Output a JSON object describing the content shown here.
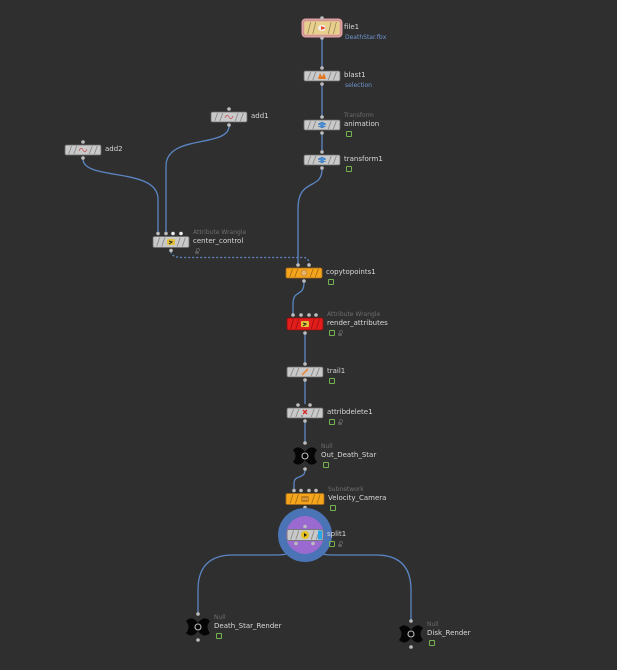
{
  "app": "Houdini Network Editor",
  "colors": {
    "background": "#2f2f2f",
    "wire": "#5b86c4",
    "node_default": "#c9c9c9",
    "node_orange": "#f5a51c",
    "node_red": "#e31c1c",
    "node_file": "#e8cf8c",
    "node_file_border": "#e3a3a3",
    "selection_ring": "#4a74b5",
    "selection_inner": "#9a6ad0",
    "display_flag": "#77b250"
  },
  "nodes": [
    {
      "id": "file1",
      "name": "file1",
      "type": "",
      "param": "DeathStar.fbx",
      "icon": "file-icon",
      "style": "file",
      "flag": false,
      "lock": false
    },
    {
      "id": "blast1",
      "name": "blast1",
      "type": "",
      "param": "selection",
      "icon": "blast-icon",
      "style": "default",
      "flag": false,
      "lock": false
    },
    {
      "id": "animation",
      "name": "animation",
      "type": "Transform",
      "param": "",
      "icon": "transform-icon",
      "style": "default",
      "flag": true,
      "lock": false
    },
    {
      "id": "transform1",
      "name": "transform1",
      "type": "",
      "param": "",
      "icon": "transform-icon",
      "style": "default",
      "flag": true,
      "lock": false
    },
    {
      "id": "add1",
      "name": "add1",
      "type": "",
      "param": "",
      "icon": "add-icon",
      "style": "default",
      "flag": false,
      "lock": false
    },
    {
      "id": "add2",
      "name": "add2",
      "type": "",
      "param": "",
      "icon": "add-icon",
      "style": "default",
      "flag": false,
      "lock": false
    },
    {
      "id": "center_control",
      "name": "center_control",
      "type": "Attribute Wrangle",
      "param": "",
      "icon": "wrangle-icon",
      "style": "default",
      "flag": false,
      "lock": true
    },
    {
      "id": "copytopoints1",
      "name": "copytopoints1",
      "type": "",
      "param": "",
      "icon": "copy-icon",
      "style": "orange",
      "flag": true,
      "lock": false
    },
    {
      "id": "render_attributes",
      "name": "render_attributes",
      "type": "Attribute Wrangle",
      "param": "",
      "icon": "wrangle-icon",
      "style": "red",
      "flag": true,
      "lock": true
    },
    {
      "id": "trail1",
      "name": "trail1",
      "type": "",
      "param": "",
      "icon": "trail-icon",
      "style": "default",
      "flag": true,
      "lock": false
    },
    {
      "id": "attribdelete1",
      "name": "attribdelete1",
      "type": "",
      "param": "",
      "icon": "delete-icon",
      "style": "default",
      "flag": true,
      "lock": true
    },
    {
      "id": "Out_Death_Star",
      "name": "Out_Death_Star",
      "type": "Null",
      "param": "",
      "icon": "null-icon",
      "style": "null",
      "flag": true,
      "lock": false
    },
    {
      "id": "Velocity_Camera",
      "name": "Velocity_Camera",
      "type": "Subnetwork",
      "param": "",
      "icon": "subnet-icon",
      "style": "orange",
      "flag": true,
      "lock": false
    },
    {
      "id": "split1",
      "name": "split1",
      "type": "",
      "param": "",
      "icon": "split-icon",
      "style": "selected",
      "flag": true,
      "lock": true
    },
    {
      "id": "Death_Star_Render",
      "name": "Death_Star_Render",
      "type": "Null",
      "param": "",
      "icon": "null-icon",
      "style": "null",
      "flag": true,
      "lock": false
    },
    {
      "id": "Disk_Render",
      "name": "Disk_Render",
      "type": "Null",
      "param": "",
      "icon": "null-icon",
      "style": "null",
      "flag": true,
      "lock": false
    }
  ],
  "connections": [
    {
      "from": "file1",
      "to": "blast1",
      "style": "solid"
    },
    {
      "from": "blast1",
      "to": "animation",
      "style": "solid"
    },
    {
      "from": "animation",
      "to": "transform1",
      "style": "solid"
    },
    {
      "from": "transform1",
      "to": "copytopoints1",
      "style": "solid"
    },
    {
      "from": "add1",
      "to": "center_control",
      "style": "solid"
    },
    {
      "from": "add2",
      "to": "center_control",
      "style": "solid"
    },
    {
      "from": "center_control",
      "to": "copytopoints1",
      "style": "dashed"
    },
    {
      "from": "copytopoints1",
      "to": "render_attributes",
      "style": "solid"
    },
    {
      "from": "render_attributes",
      "to": "trail1",
      "style": "solid"
    },
    {
      "from": "trail1",
      "to": "attribdelete1",
      "style": "solid"
    },
    {
      "from": "attribdelete1",
      "to": "Out_Death_Star",
      "style": "solid"
    },
    {
      "from": "Out_Death_Star",
      "to": "Velocity_Camera",
      "style": "solid"
    },
    {
      "from": "Velocity_Camera",
      "to": "split1",
      "style": "solid"
    },
    {
      "from": "split1",
      "to": "Death_Star_Render",
      "style": "solid"
    },
    {
      "from": "split1",
      "to": "Disk_Render",
      "style": "solid"
    }
  ]
}
